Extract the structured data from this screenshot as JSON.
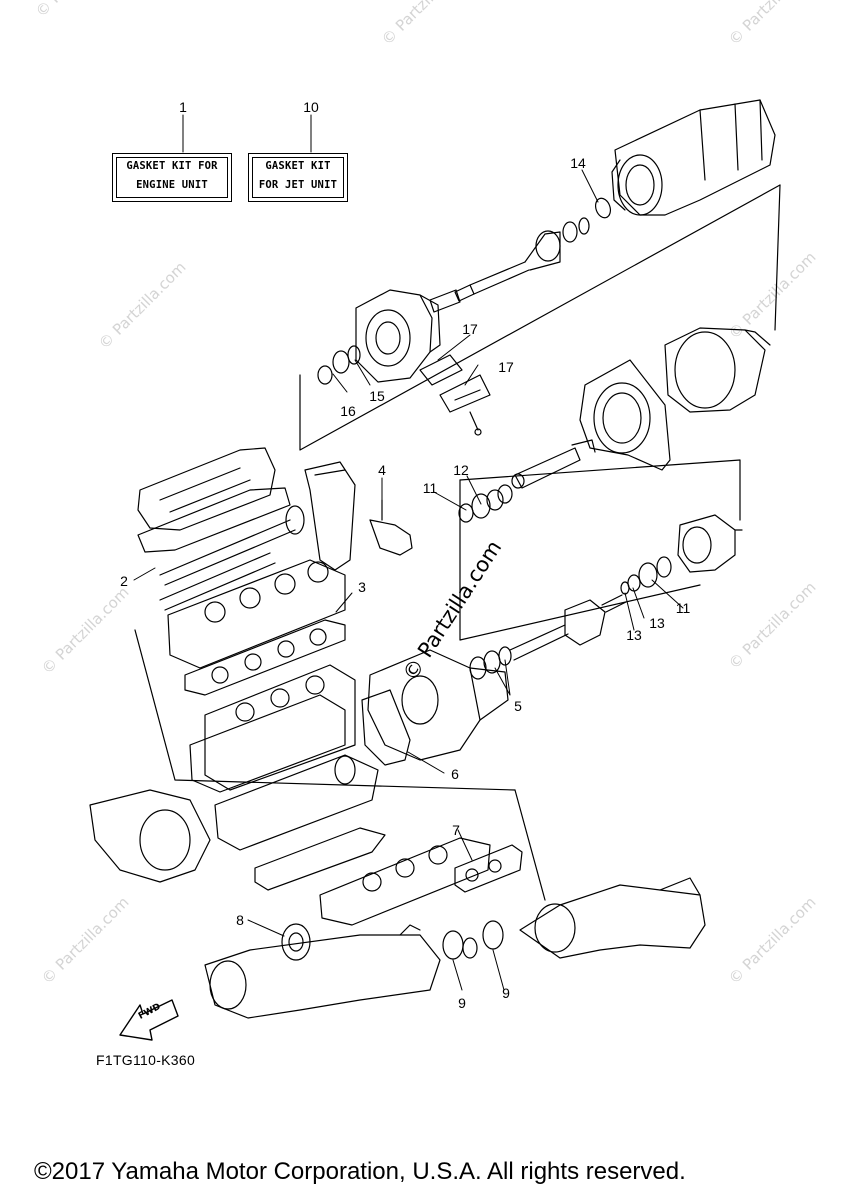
{
  "watermark_text": "© Partzilla.com",
  "center_watermark_text": "© Partzilla.com",
  "kit_boxes": {
    "engine": {
      "ref": "1",
      "line1": "GASKET KIT FOR",
      "line2": "ENGINE UNIT"
    },
    "jet": {
      "ref": "10",
      "line1": "GASKET KIT",
      "line2": "FOR JET UNIT"
    }
  },
  "callouts": {
    "c2": "2",
    "c3": "3",
    "c4": "4",
    "c5": "5",
    "c6": "6",
    "c7": "7",
    "c8": "8",
    "c9a": "9",
    "c9b": "9",
    "c11a": "11",
    "c11b": "11",
    "c12": "12",
    "c13a": "13",
    "c13b": "13",
    "c14": "14",
    "c15": "15",
    "c16": "16",
    "c17a": "17",
    "c17b": "17"
  },
  "fwd_label": "FWD",
  "diagram_code": "F1TG110-K360",
  "copyright": "©2017 Yamaha Motor Corporation, U.S.A. All rights reserved."
}
